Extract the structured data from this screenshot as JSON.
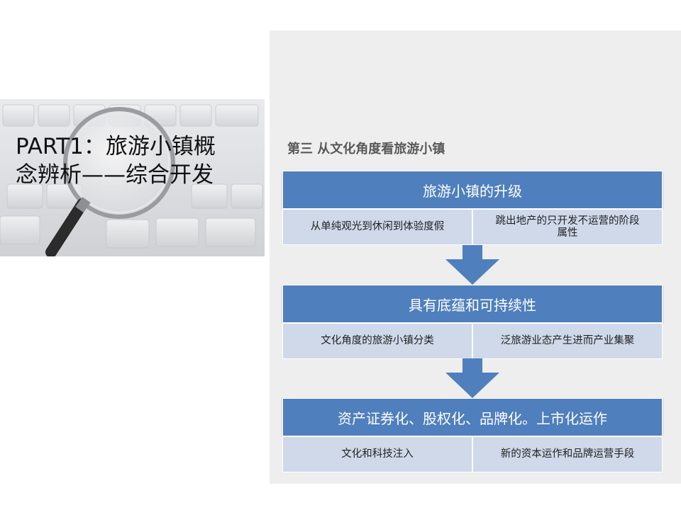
{
  "banner": {
    "title_line1": "PART1：旅游小镇概",
    "title_line2": "念辨析——综合开发"
  },
  "panel": {
    "heading": "第三  从文化角度看旅游小镇",
    "groups": [
      {
        "title": "旅游小镇的升级",
        "left": "从单纯观光到休闲到体验度假",
        "right_line1": "跳出地产的只开发不运营的阶段",
        "right_line2": "属性"
      },
      {
        "title": "具有底蕴和可持续性",
        "left": "文化角度的旅游小镇分类",
        "right_line1": "泛旅游业态产生进而产业集聚",
        "right_line2": ""
      },
      {
        "title": "资产证券化、股权化、品牌化。上市化运作",
        "left": "文化和科技注入",
        "right_line1": "新的资本运作和品牌运营手段",
        "right_line2": ""
      }
    ]
  },
  "colors": {
    "header_blue": "#4f7fbd",
    "cell_blue": "#cfd9ea",
    "panel_gray": "#eeeeee"
  },
  "icons": [
    "magnifying-glass-icon",
    "down-arrow-icon"
  ]
}
